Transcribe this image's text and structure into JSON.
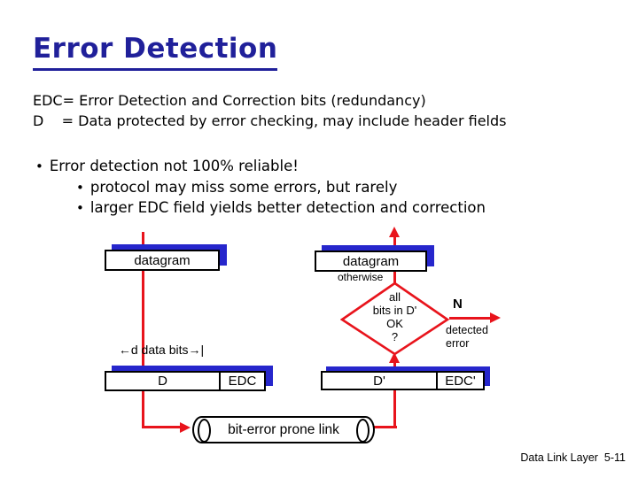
{
  "colors": {
    "title_navy": "#20209a",
    "flow_red": "#e8141c",
    "box_shadow_blue": "#2626cc",
    "text_black": "#000000",
    "background": "#ffffff"
  },
  "slide": {
    "title": "Error Detection",
    "definition_line1": "EDC= Error Detection and Correction bits (redundancy)",
    "definition_line2": "D    = Data protected by error checking, may include header fields",
    "bullet_glyph": "•",
    "bullet1": "Error detection not 100% reliable!",
    "sub_bullet1": "protocol may miss some errors, but rarely",
    "sub_bullet2": "larger EDC field yields better detection and correction"
  },
  "diagram": {
    "sender": {
      "datagram_label": "datagram",
      "width_label": "←d data bits→|",
      "d_label": "D",
      "edc_label": "EDC"
    },
    "link": {
      "label": "bit-error prone link"
    },
    "receiver": {
      "datagram_label": "datagram",
      "otherwise_label": "otherwise",
      "decision_lines": [
        "all",
        "bits in D'",
        "OK",
        "?"
      ],
      "n_label": "N",
      "detected_line1": "detected",
      "detected_line2": "error",
      "d_label": "D'",
      "edc_label": "EDC'"
    }
  },
  "footer": {
    "page_label": "Data Link Layer  5-11"
  }
}
